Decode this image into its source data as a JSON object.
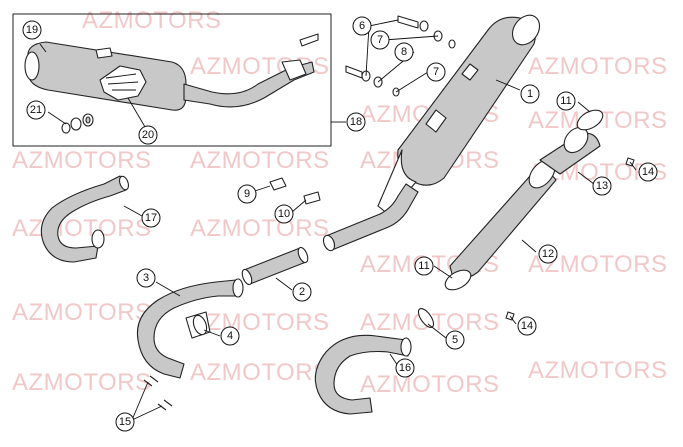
{
  "watermark": "AZMOTORS",
  "callouts": [
    {
      "id": "1",
      "label": "1"
    },
    {
      "id": "2",
      "label": "2"
    },
    {
      "id": "3",
      "label": "3"
    },
    {
      "id": "4",
      "label": "4"
    },
    {
      "id": "5",
      "label": "5"
    },
    {
      "id": "6",
      "label": "6"
    },
    {
      "id": "7a",
      "label": "7"
    },
    {
      "id": "7b",
      "label": "7"
    },
    {
      "id": "8",
      "label": "8"
    },
    {
      "id": "9",
      "label": "9"
    },
    {
      "id": "10",
      "label": "10"
    },
    {
      "id": "11a",
      "label": "11"
    },
    {
      "id": "11b",
      "label": "11"
    },
    {
      "id": "12",
      "label": "12"
    },
    {
      "id": "13",
      "label": "13"
    },
    {
      "id": "14a",
      "label": "14"
    },
    {
      "id": "14b",
      "label": "14"
    },
    {
      "id": "15",
      "label": "15"
    },
    {
      "id": "16",
      "label": "16"
    },
    {
      "id": "17",
      "label": "17"
    },
    {
      "id": "18",
      "label": "18"
    },
    {
      "id": "19",
      "label": "19"
    },
    {
      "id": "20",
      "label": "20"
    },
    {
      "id": "21",
      "label": "21"
    }
  ]
}
